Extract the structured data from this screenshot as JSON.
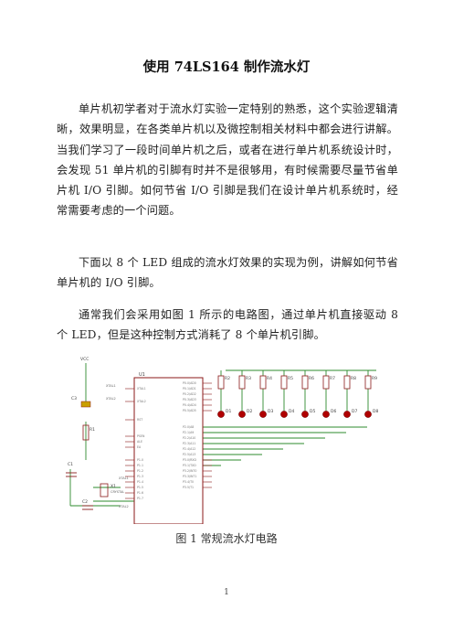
{
  "document": {
    "title": "使用 74LS164 制作流水灯",
    "paragraphs": [
      "单片机初学者对于流水灯实验一定特别的熟悉，这个实验逻辑清晰，效果明显，在各类单片机以及微控制相关材料中都会进行讲解。当我们学习了一段时间单片机之后，或者在进行单片机系统设计时，会发现 51 单片机的引脚有时并不是很够用，有时候需要尽量节省单片机 I/O 引脚。如何节省 I/O 引脚是我们在设计单片机系统时，经常需要考虑的一个问题。",
      "下面以 8 个 LED 组成的流水灯效果的实现为例，讲解如何节省单片机的 I/O 引脚。",
      "通常我们会采用如图 1 所示的电路图，通过单片机直接驱动 8 个 LED，但是这种控制方式消耗了 8 个单片机引脚。"
    ],
    "figure_caption": "图 1  常规流水灯电路",
    "page_number": "1"
  },
  "circuit": {
    "vcc_label": "VCC",
    "mcu_ref": "U1",
    "resistors": [
      "R2",
      "R3",
      "R4",
      "R5",
      "R6",
      "R7",
      "R8",
      "R9"
    ],
    "leds": [
      "D1",
      "D2",
      "D3",
      "D4",
      "D5",
      "D6",
      "D7",
      "D8"
    ],
    "others": [
      "C3",
      "R1",
      "C1",
      "C2",
      "X1"
    ],
    "crystal_label": "CRYSTAL",
    "xtal_labels": [
      "XTAL1",
      "XTAL2"
    ],
    "colors": {
      "wire": "#2e8b2e",
      "part": "#8b1a1a",
      "led": "#b00000",
      "bg": "#ffffff"
    }
  }
}
